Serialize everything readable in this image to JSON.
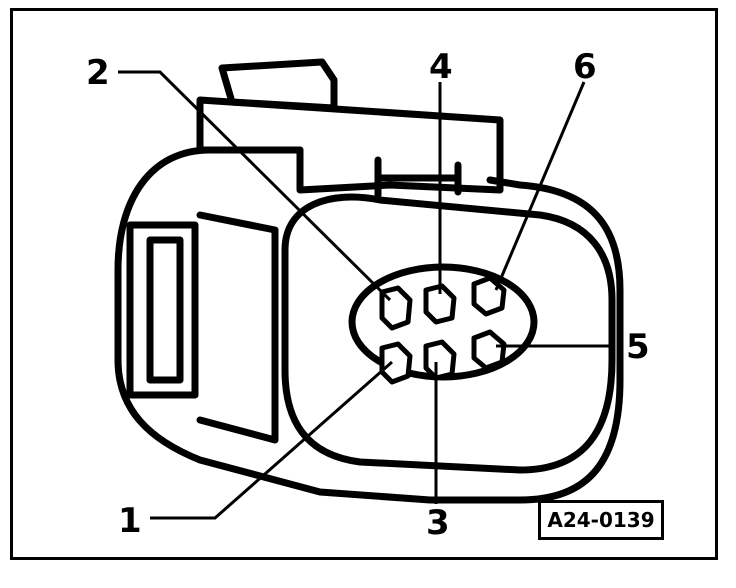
{
  "figure": {
    "reference_code": "A24-0139"
  },
  "callouts": {
    "c1": "1",
    "c2": "2",
    "c3": "3",
    "c4": "4",
    "c5": "5",
    "c6": "6"
  },
  "colors": {
    "ink": "#000000",
    "paper": "#ffffff"
  }
}
